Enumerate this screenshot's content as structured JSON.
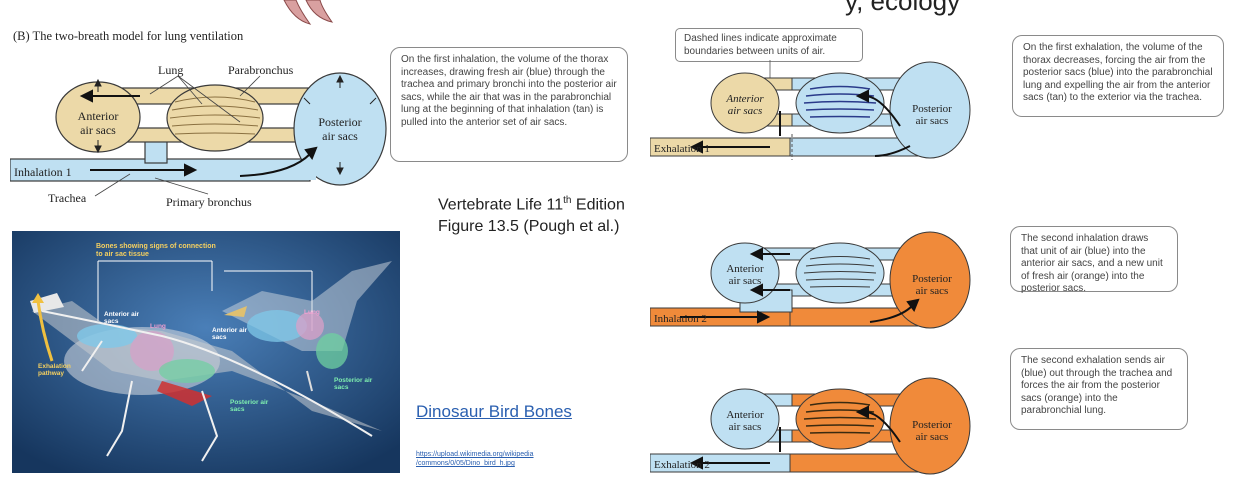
{
  "top_cut_text": "y, ecology",
  "panel_b": {
    "title": "(B)  The two-breath model for lung ventilation",
    "labels": {
      "lung": "Lung",
      "parabronchus": "Parabronchus",
      "anterior": "Anterior",
      "air_sacs": "air sacs",
      "posterior": "Posterior",
      "inhalation": "Inhalation 1",
      "trachea": "Trachea",
      "primary_bronchus": "Primary bronchus"
    },
    "callout": "On the first inhalation, the volume of the thorax increases, drawing fresh air (blue) through the trachea and primary bronchi into the posterior air sacs, while the air that was in the parabronchial lung at the beginning of that inhalation (tan) is pulled into the anterior set of air sacs."
  },
  "credit": {
    "line1_pre": "Vertebrate Life 11",
    "line1_sup": "th",
    "line1_post": " Edition",
    "line2": "Figure 13.5 (Pough et al.)"
  },
  "dino": {
    "header": "Bones showing signs of connection to air sac tissue",
    "labels": {
      "anterior_air_sacs": "Anterior air sacs",
      "lung": "Lung",
      "exhalation_pathway": "Exhalation pathway",
      "posterior_air_sacs": "Posterior air sacs",
      "bird_anterior": "Anterior air sacs",
      "bird_lung": "Lung",
      "bird_posterior": "Posterior air sacs"
    },
    "link_text": "Dinosaur Bird Bones",
    "url_line1": "https://upload.wikimedia.org/wikipedia",
    "url_line2": "/commons/0/05/Dino_bird_h.jpg"
  },
  "stages": {
    "exhalation1": {
      "label": "Exhalation 1",
      "note": "Dashed lines indicate approximate boundaries between units of air.",
      "callout": "On the first exhalation, the volume of the thorax decreases, forcing the air from the posterior sacs (blue) into the parabronchial lung and expelling the air from the anterior sacs (tan) to the exterior via the trachea."
    },
    "inhalation2": {
      "label": "Inhalation 2",
      "callout": "The second inhalation draws that unit of air (blue) into the anterior air sacs, and a new unit of fresh air (orange) into the posterior sacs."
    },
    "exhalation2": {
      "label": "Exhalation 2",
      "callout": "The second exhalation sends air (blue) out through the trachea and forces the air from the posterior sacs (orange) into the parabronchial lung."
    },
    "anterior": "Anterior",
    "posterior": "Posterior",
    "air_sacs": "air sacs"
  },
  "colors": {
    "blue": "#bfe0f2",
    "tan": "#ecd9a8",
    "orange": "#f08a3a",
    "outline": "#3a3a3a",
    "dino_bg": "#1f4f86"
  }
}
